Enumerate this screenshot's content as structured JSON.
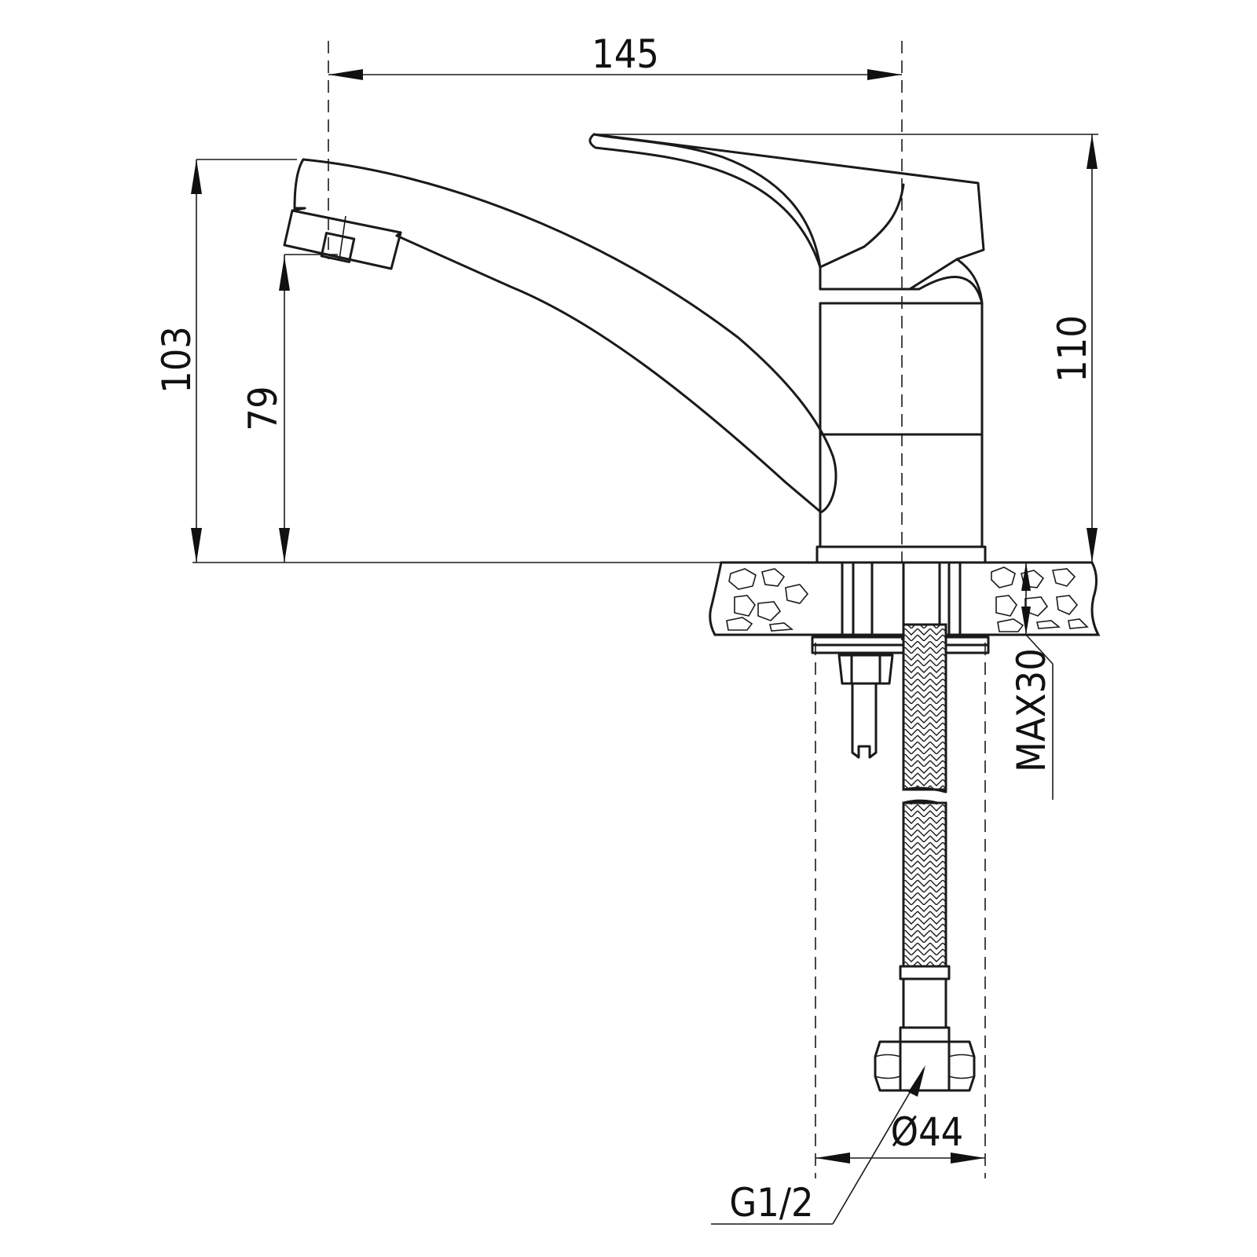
{
  "dimensions": {
    "spout_reach": "145",
    "spout_height": "103",
    "outlet_height": "79",
    "total_height": "110",
    "max_counter_thickness": "MAX30",
    "base_diameter": "Ø44",
    "connection_thread": "G1/2"
  },
  "colors": {
    "line": "#1a1a1a",
    "background": "#ffffff"
  }
}
